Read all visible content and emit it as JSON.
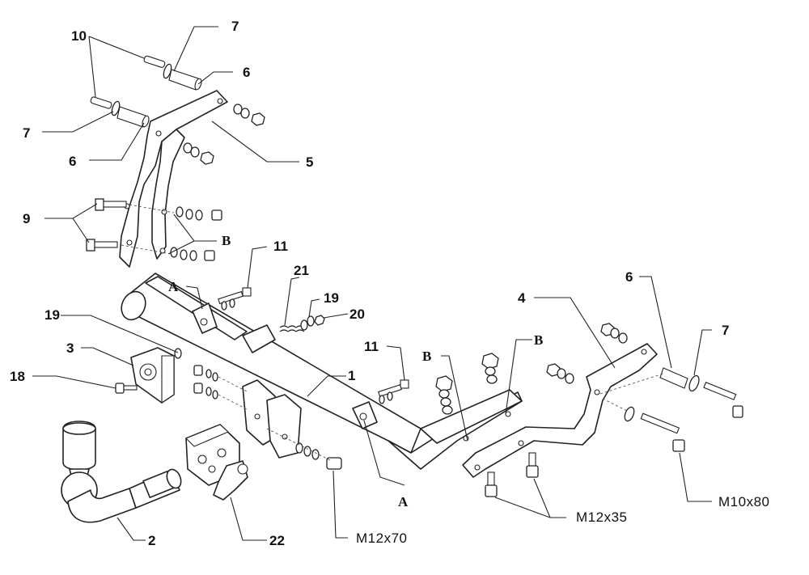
{
  "callouts": {
    "c1": "1",
    "c2": "2",
    "c3": "3",
    "c4": "4",
    "c5": "5",
    "c6_a": "6",
    "c6_b": "6",
    "c6_c": "6",
    "c7_a": "7",
    "c7_b": "7",
    "c7_c": "7",
    "c9": "9",
    "c10": "10",
    "c11_a": "11",
    "c11_b": "11",
    "c18": "18",
    "c19_a": "19",
    "c19_b": "19",
    "c20": "20",
    "c21": "21",
    "c22": "22"
  },
  "letters": {
    "a_top": "A",
    "a_bottom": "A",
    "b_left": "B",
    "b_mid": "B",
    "b_right": "B"
  },
  "specs": {
    "m12x70": "M12x70",
    "m12x35": "M12x35",
    "m10x80": "M10x80"
  }
}
